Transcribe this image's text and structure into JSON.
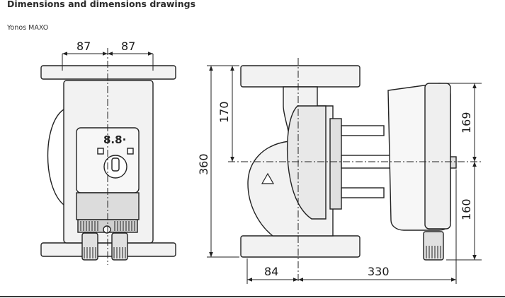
{
  "page": {
    "title": "Dimensions and dimensions drawings",
    "subtitle": "Yonos MAXO"
  },
  "dimensions": {
    "front_half_width_left": "87",
    "front_half_width_right": "87",
    "total_height": "360",
    "upper_height": "170",
    "motor_upper": "169",
    "motor_lower": "160",
    "flange_offset": "84",
    "total_length": "330"
  },
  "display": {
    "reading": "8.8·"
  },
  "colors": {
    "line": "#222222",
    "fill": "#f2f2f2",
    "dark_fill": "#d9d9d9",
    "background": "#ffffff"
  },
  "icons": [
    "warning-triangle-icon",
    "rotary-knob-icon",
    "cable-gland-icon"
  ]
}
